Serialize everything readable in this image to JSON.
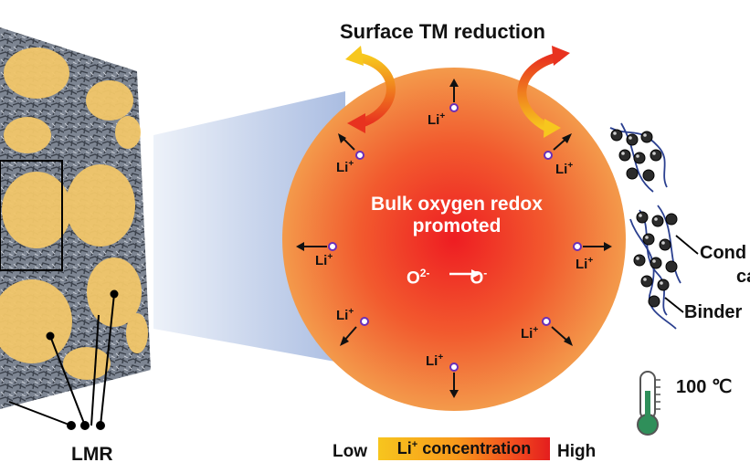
{
  "figure": {
    "title": "Surface TM reduction",
    "bulk_label_line1": "Bulk oxygen redox",
    "bulk_label_line2": "promoted",
    "redox": {
      "from_base": "O",
      "from_charge": "2-",
      "to_base": "O",
      "to_charge": "-"
    },
    "li": {
      "base": "Li",
      "charge": "+"
    },
    "lmr_label": "LMR",
    "temperature": "100 ℃",
    "conductive_label": "Cond",
    "carbon_label": "ca",
    "binder_label": "Binder",
    "legend": {
      "low": "Low",
      "ion_base": "Li",
      "ion_charge": "+",
      "concentration": "concentration",
      "high": "High"
    },
    "colors": {
      "particle_center": "#ee1d22",
      "particle_edge": "#f39a4b",
      "li_dot": "#6a2fb8",
      "carbon_dark": "#2b2b2b",
      "binder_blue": "#2a3f8f",
      "lmr_yellow": "#f2c76a"
    }
  }
}
